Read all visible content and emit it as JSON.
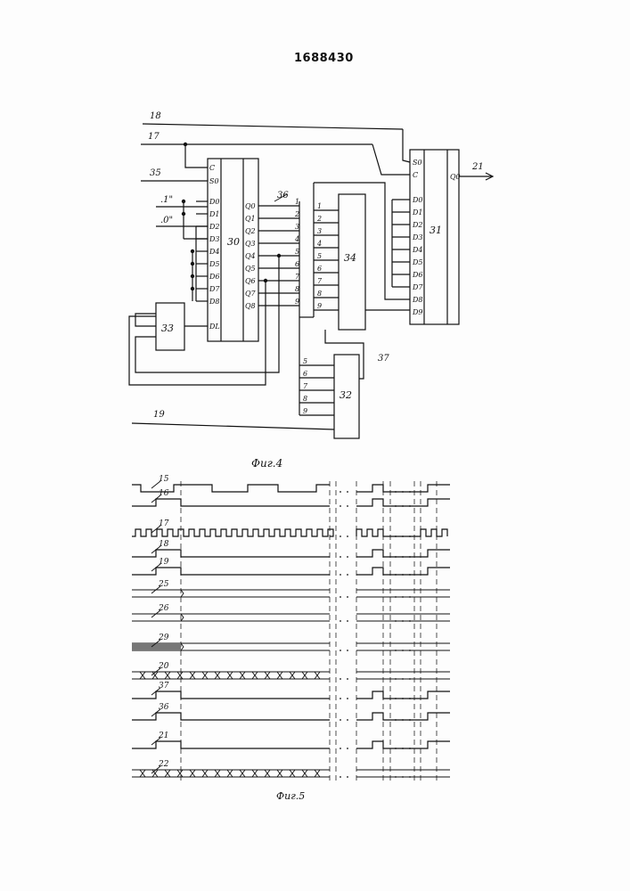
{
  "document": {
    "number": "1688430"
  },
  "fig4": {
    "caption": "Фиг.4",
    "blocks": {
      "b30": "30",
      "b31": "31",
      "b32": "32",
      "b33": "33",
      "b34": "34"
    },
    "block30_inputs": [
      "C",
      "S0",
      "D0",
      "D1",
      "D2",
      "D3",
      "D4",
      "D5",
      "D6",
      "D7",
      "D8",
      "DL"
    ],
    "block30_outputs": [
      "Q0",
      "Q1",
      "Q2",
      "Q3",
      "Q4",
      "Q5",
      "Q6",
      "Q7",
      "Q8"
    ],
    "block31_inputs": [
      "S0",
      "C",
      "D0",
      "D1",
      "D2",
      "D3",
      "D4",
      "D5",
      "D6",
      "D7",
      "D8",
      "D9"
    ],
    "block31_output": "Q0",
    "bus_numbers": [
      "1",
      "2",
      "3",
      "4",
      "5",
      "6",
      "7",
      "8",
      "9"
    ],
    "block32_inputs": [
      "5",
      "6",
      "7",
      "8",
      "9"
    ],
    "signal_labels": {
      "s18": "18",
      "s17": "17",
      "s35": "35",
      "one": ".1\"",
      "zero": ".0\"",
      "s36": "36",
      "s21": "21",
      "s37": "37",
      "s19": "19"
    }
  },
  "fig5": {
    "caption": "Фиг.5",
    "traces": [
      "15",
      "16",
      "17",
      "18",
      "19",
      "25",
      "26",
      "29",
      "20",
      "37",
      "36",
      "21",
      "22"
    ]
  }
}
